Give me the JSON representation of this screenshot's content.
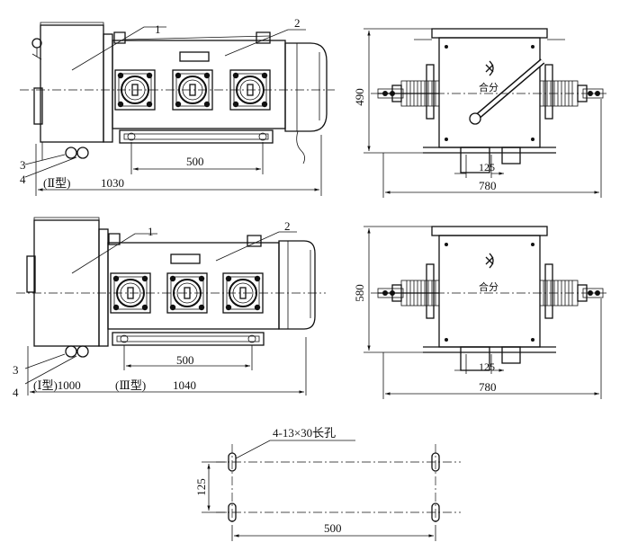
{
  "views": {
    "type2": {
      "callout_1": "1",
      "callout_2": "2",
      "callout_3": "3",
      "callout_4": "4",
      "dim_mounting": "500",
      "type_label": "(Ⅱ型)",
      "dim_length": "1030"
    },
    "side_top": {
      "dim_height": "490",
      "dim_width": "780",
      "dim_base": "125",
      "switch_label": "合分"
    },
    "type13": {
      "callout_1": "1",
      "callout_2": "2",
      "callout_3": "3",
      "callout_4": "4",
      "dim_mounting": "500",
      "type1_label": "(Ⅰ型)1000",
      "type3_label": "(Ⅲ型)",
      "dim_length": "1040"
    },
    "side_bottom": {
      "dim_height": "580",
      "dim_width": "780",
      "dim_base": "125",
      "switch_label": "合分"
    },
    "mounting_plan": {
      "hole_spec": "4-13×30长孔",
      "dim_depth": "125",
      "dim_span": "500"
    }
  }
}
